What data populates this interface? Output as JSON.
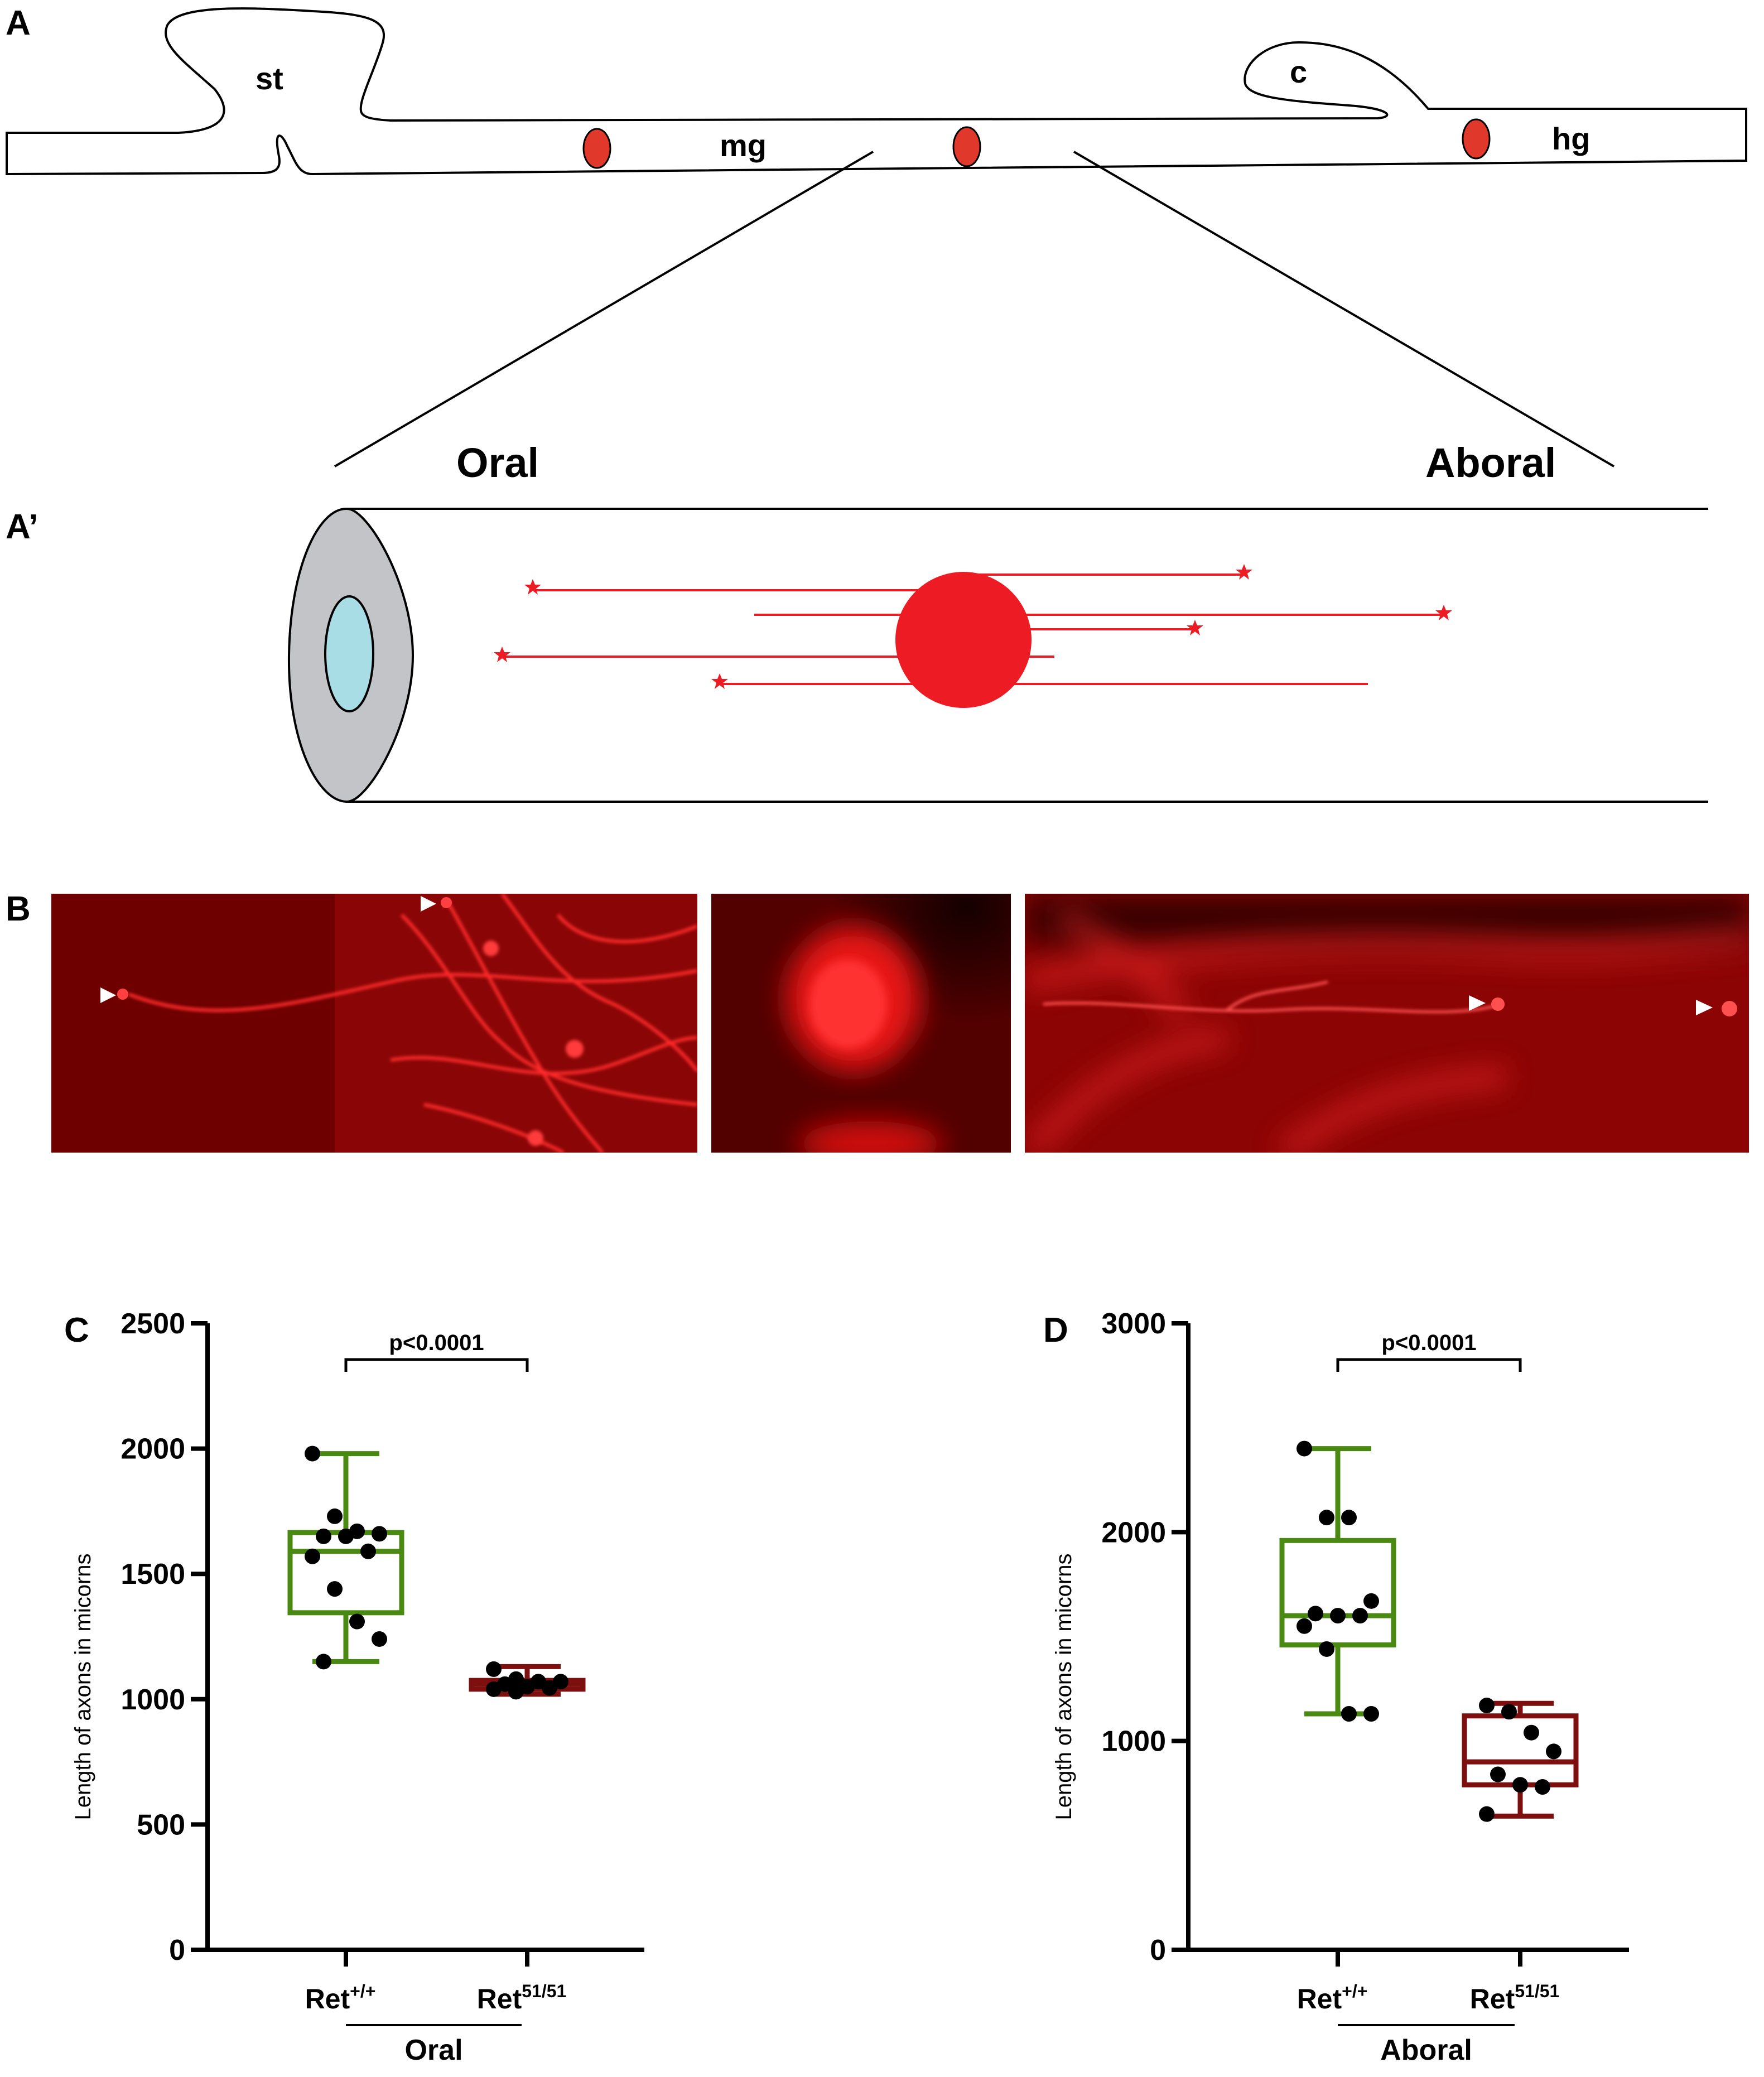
{
  "panels": {
    "A": "A",
    "A_prime": "A’",
    "B": "B",
    "C": "C",
    "D": "D"
  },
  "schematic": {
    "labels": {
      "st": "st",
      "mg": "mg",
      "c": "c",
      "hg": "hg"
    },
    "oral": "Oral",
    "aboral": "Aboral"
  },
  "colors": {
    "green": "#4b8a12",
    "darkred": "#7d0f0f",
    "red": "#ed1c24",
    "grey": "#c3c4c7",
    "lightblue": "#a8dde6"
  },
  "chart_data": [
    {
      "type": "box",
      "panel": "C",
      "ylabel": "Length of axons in micorns",
      "ylim": [
        0,
        2500
      ],
      "yticks": [
        0,
        500,
        1000,
        1500,
        2000,
        2500
      ],
      "categories": [
        "Ret",
        "Ret"
      ],
      "superscripts": [
        "+/+",
        "51/51"
      ],
      "group_label": "Oral",
      "pvalue": "p<0.0001",
      "boxes": [
        {
          "min": 1150,
          "q1": 1345,
          "median": 1590,
          "q3": 1665,
          "max": 1980,
          "color": "#4b8a12",
          "points": [
            1980,
            1730,
            1670,
            1660,
            1650,
            1650,
            1590,
            1570,
            1440,
            1310,
            1240,
            1150
          ]
        },
        {
          "min": 1020,
          "q1": 1040,
          "median": 1060,
          "q3": 1075,
          "max": 1130,
          "color": "#7d0f0f",
          "points": [
            1120,
            1080,
            1070,
            1070,
            1060,
            1050,
            1045,
            1040,
            1030
          ]
        }
      ]
    },
    {
      "type": "box",
      "panel": "D",
      "ylabel": "Length of axons in micorns",
      "ylim": [
        0,
        3000
      ],
      "yticks": [
        0,
        1000,
        2000,
        3000
      ],
      "categories": [
        "Ret",
        "Ret"
      ],
      "superscripts": [
        "+/+",
        "51/51"
      ],
      "group_label": "Aboral",
      "pvalue": "p<0.0001",
      "boxes": [
        {
          "min": 1130,
          "q1": 1460,
          "median": 1600,
          "q3": 1960,
          "max": 2400,
          "color": "#4b8a12",
          "points": [
            2400,
            2070,
            2070,
            1670,
            1610,
            1600,
            1600,
            1550,
            1440,
            1130,
            1130
          ]
        },
        {
          "min": 640,
          "q1": 790,
          "median": 900,
          "q3": 1120,
          "max": 1180,
          "color": "#7d0f0f",
          "points": [
            1170,
            1140,
            1040,
            950,
            840,
            790,
            780,
            650
          ]
        }
      ]
    }
  ]
}
